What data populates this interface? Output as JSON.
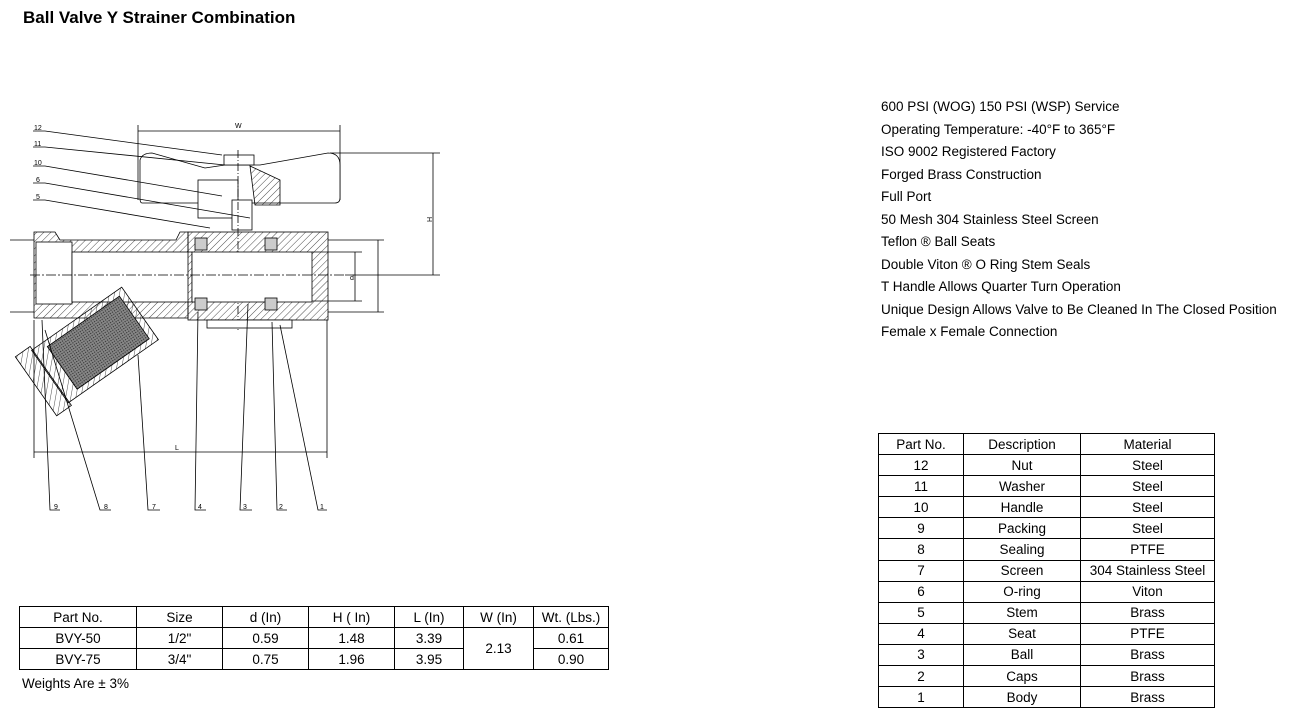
{
  "title": "Ball Valve Y Strainer Combination",
  "features": [
    "600 PSI (WOG) 150 PSI (WSP) Service",
    "Operating Temperature: -40°F to 365°F",
    "ISO 9002 Registered Factory",
    "Forged Brass Construction",
    "Full Port",
    "50 Mesh 304 Stainless Steel Screen",
    "Teflon ® Ball Seats",
    "Double Viton ® O Ring Stem Seals",
    "T Handle Allows Quarter Turn Operation",
    "Unique Design Allows Valve to Be Cleaned In The Closed Position",
    "Female x Female Connection"
  ],
  "drawing": {
    "dim_labels": {
      "w": "W",
      "h": "H",
      "d": "d",
      "l": "L"
    },
    "top_callouts": [
      "12",
      "11",
      "10",
      "6",
      "5"
    ],
    "bottom_callouts": [
      "9",
      "8",
      "7",
      "4",
      "3",
      "2",
      "1"
    ]
  },
  "spec_table": {
    "headers": [
      "Part No.",
      "Size",
      "d (In)",
      "H ( In)",
      "L (In)",
      "W (In)",
      "Wt. (Lbs.)"
    ],
    "rows": [
      [
        "BVY-50",
        "1/2\"",
        "0.59",
        "1.48",
        "3.39",
        "2.13",
        "0.61"
      ],
      [
        "BVY-75",
        "3/4\"",
        "0.75",
        "1.96",
        "3.95",
        "",
        "0.90"
      ]
    ],
    "note": "Weights Are ± 3%"
  },
  "parts_table": {
    "headers": [
      "Part No.",
      "Description",
      "Material"
    ],
    "rows": [
      [
        "12",
        "Nut",
        "Steel"
      ],
      [
        "11",
        "Washer",
        "Steel"
      ],
      [
        "10",
        "Handle",
        "Steel"
      ],
      [
        "9",
        "Packing",
        "Steel"
      ],
      [
        "8",
        "Sealing",
        "PTFE"
      ],
      [
        "7",
        "Screen",
        "304 Stainless Steel"
      ],
      [
        "6",
        "O-ring",
        "Viton"
      ],
      [
        "5",
        "Stem",
        "Brass"
      ],
      [
        "4",
        "Seat",
        "PTFE"
      ],
      [
        "3",
        "Ball",
        "Brass"
      ],
      [
        "2",
        "Caps",
        "Brass"
      ],
      [
        "1",
        "Body",
        "Brass"
      ]
    ]
  }
}
